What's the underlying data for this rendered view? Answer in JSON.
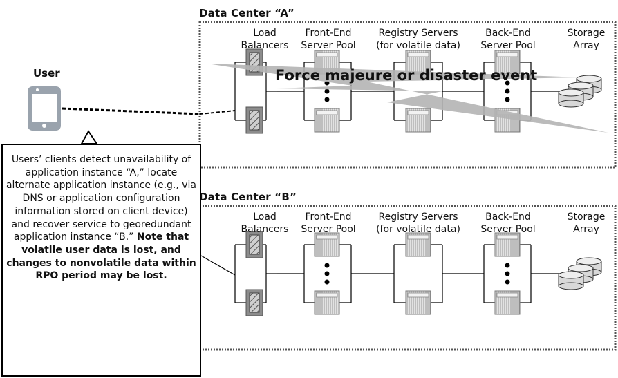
{
  "user": {
    "label": "User"
  },
  "datacenters": [
    {
      "title": "Data Center “A”",
      "columns": [
        {
          "lines": [
            "Load",
            "Balancers"
          ]
        },
        {
          "lines": [
            "Front-End",
            "Server Pool"
          ]
        },
        {
          "lines": [
            "Registry Servers",
            "(for volatile data)"
          ]
        },
        {
          "lines": [
            "Back-End",
            "Server Pool"
          ]
        },
        {
          "lines": [
            "Storage",
            "Array"
          ]
        }
      ]
    },
    {
      "title": "Data Center “B”",
      "columns": [
        {
          "lines": [
            "Load",
            "Balancers"
          ]
        },
        {
          "lines": [
            "Front-End",
            "Server Pool"
          ]
        },
        {
          "lines": [
            "Registry Servers",
            "(for volatile data)"
          ]
        },
        {
          "lines": [
            "Back-End",
            "Server Pool"
          ]
        },
        {
          "lines": [
            "Storage",
            "Array"
          ]
        }
      ]
    }
  ],
  "event": {
    "label": "Force majeure or disaster event"
  },
  "callout": {
    "normal": "Users’ clients detect unavailability of application instance “A,” locate alternate application instance (e.g., via DNS or application configuration information stored on client device) and recover service to georedundant application instance “B.”",
    "bold": "Note that volatile user data is lost, and changes to nonvolatile data within RPO period may be lost."
  },
  "colors": {
    "border": "#555555",
    "lightning": "#b4b4b4",
    "phone": "#9aa3ad",
    "server": "#c9c9c9",
    "balancer": "#8c8c8c"
  }
}
